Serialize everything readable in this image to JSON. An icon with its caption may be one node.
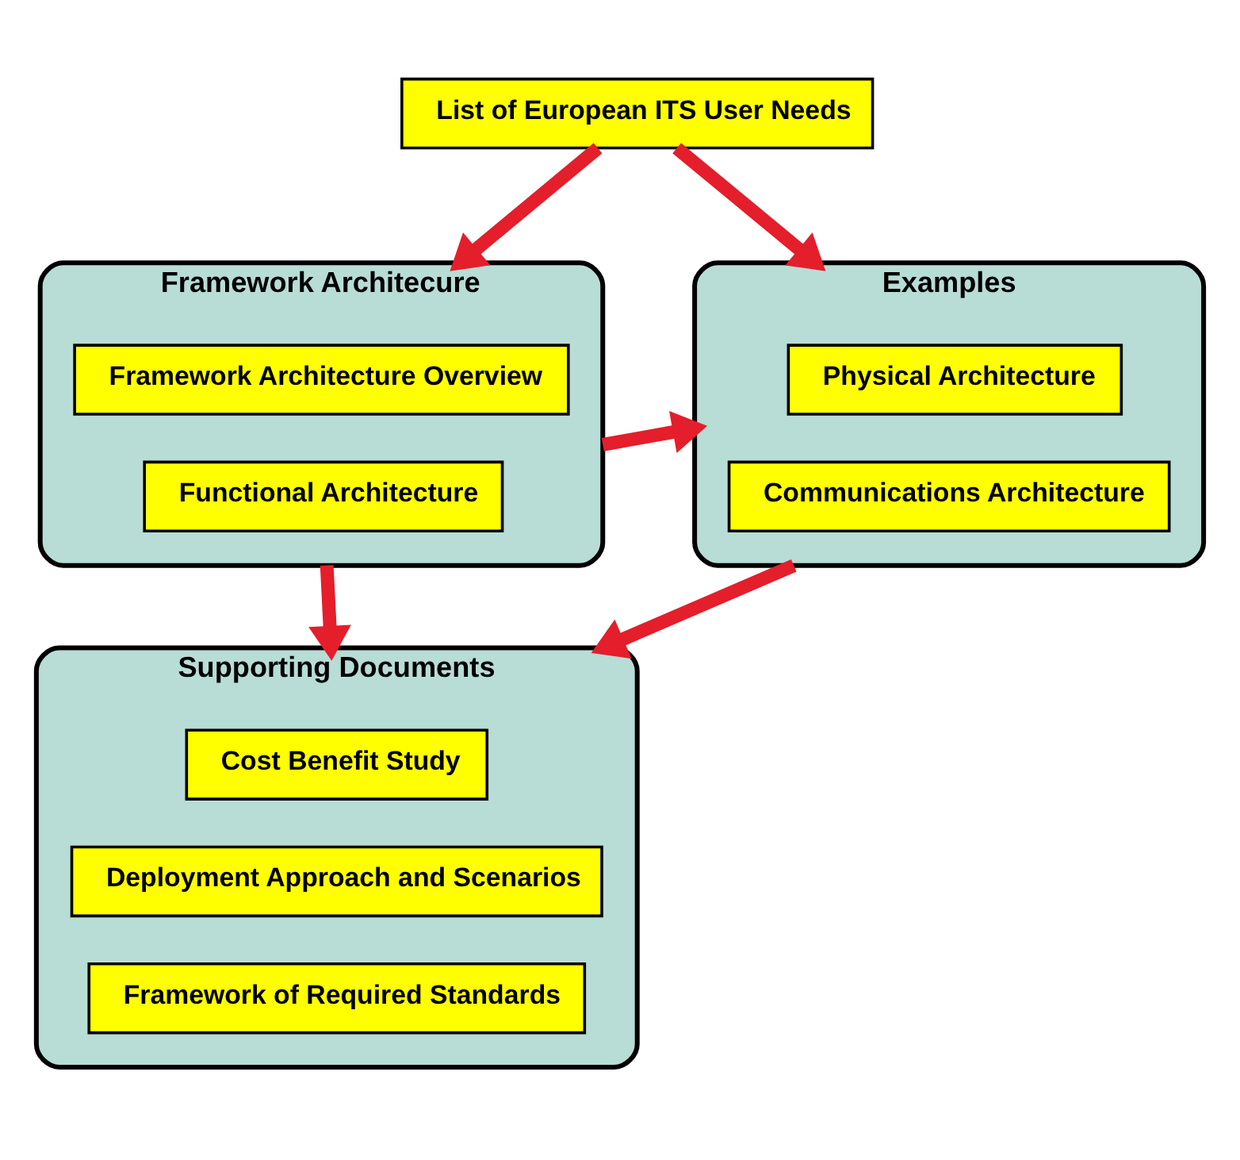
{
  "diagram": {
    "nodes": [
      {
        "text": [
          "List of European ITS User Needs"
        ]
      },
      {
        "text": [
          "Framework Architecure"
        ]
      },
      {
        "text": [
          "Framework Architecture Overview"
        ],
        "in": 1
      },
      {
        "text": [
          "Functional Architecture"
        ],
        "in": 1
      },
      {
        "text": [
          "Examples"
        ]
      },
      {
        "text": [
          "Physical Architecture"
        ],
        "in": 4
      },
      {
        "text": [
          "Communications Architecture"
        ],
        "in": 4
      },
      {
        "text": [
          "Supporting Documents"
        ]
      },
      {
        "text": [
          "Cost Benefit Study"
        ],
        "in": 7
      },
      {
        "text": [
          "Deployment Approach and Scenarios"
        ],
        "in": 7
      },
      {
        "text": [
          "Framework of Required Standards"
        ],
        "in": 7
      }
    ],
    "edges": [
      {
        "from": 0,
        "to": 1,
        "arrow": "to"
      },
      {
        "from": 0,
        "to": 4,
        "arrow": "to"
      },
      {
        "from": 1,
        "to": 4,
        "arrow": "to"
      },
      {
        "from": 1,
        "to": 7,
        "arrow": "to"
      },
      {
        "from": 4,
        "to": 7,
        "arrow": "to"
      }
    ]
  }
}
